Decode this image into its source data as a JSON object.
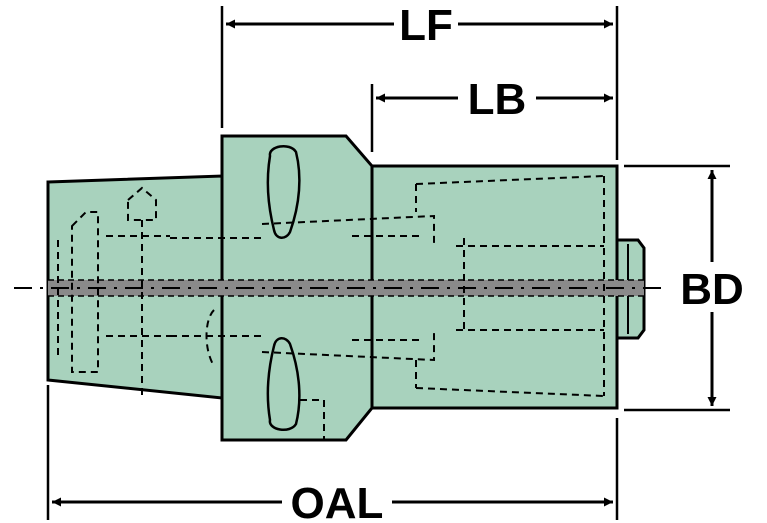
{
  "dimensions": {
    "lf": "LF",
    "lb": "LB",
    "bd": "BD",
    "oal": "OAL"
  },
  "colors": {
    "body_fill": "#a8d2bd",
    "outline": "#000000",
    "center_band": "#8a8a8a",
    "background": "#ffffff"
  }
}
